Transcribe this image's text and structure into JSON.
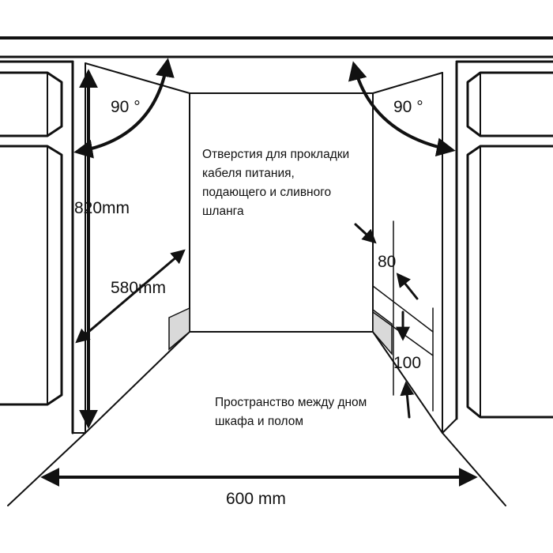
{
  "dimensions": {
    "height": "820mm",
    "depth": "580mm",
    "width": "600 mm",
    "offset_top": "80",
    "offset_bottom": "100",
    "angle_left": "90 °",
    "angle_right": "90 °"
  },
  "notes": {
    "cable_holes": [
      "Отверстия для прокладки",
      "кабеля питания,",
      "подающего и сливного",
      "шланга"
    ],
    "floor_gap": [
      "Пространство между дном",
      "шкафа и полом"
    ]
  },
  "colors": {
    "line": "#111111",
    "shade": "#d9d9d9",
    "background": "#ffffff"
  }
}
